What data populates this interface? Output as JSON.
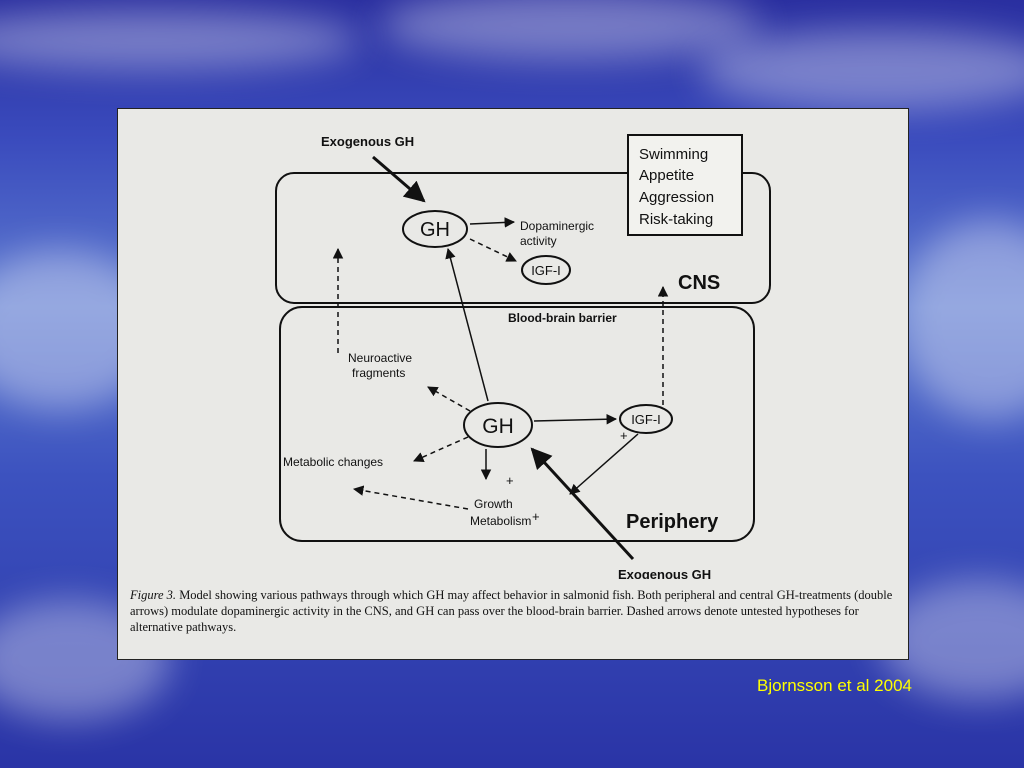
{
  "diagram": {
    "nodes": {
      "exogenous_top": "Exogenous GH",
      "gh_cns": "GH",
      "dopaminergic_line1": "Dopaminergic",
      "dopaminergic_line2": "activity",
      "igf_cns": "IGF-I",
      "cns": "CNS",
      "bbb": "Blood-brain barrier",
      "behaviors": [
        "Swimming",
        "Appetite",
        "Aggression",
        "Risk-taking"
      ],
      "neuroactive_line1": "Neuroactive",
      "neuroactive_line2": "fragments",
      "gh_periphery": "GH",
      "igf_periphery": "IGF-I",
      "metabolic": "Metabolic changes",
      "growth_line1": "Growth",
      "growth_line2": "Metabolism",
      "periphery": "Periphery",
      "exogenous_bottom": "Exogenous GH",
      "plus": "+"
    },
    "caption": {
      "label": "Figure 3.",
      "text": " Model showing various pathways through which GH may affect behavior in salmonid fish. Both peripheral and central GH-treatments (double arrows) modulate dopaminergic activity in the CNS, and GH can pass over the blood-brain barrier. Dashed arrows denote untested hypotheses for alternative pathways."
    }
  },
  "credit": "Bjornsson et al 2004"
}
